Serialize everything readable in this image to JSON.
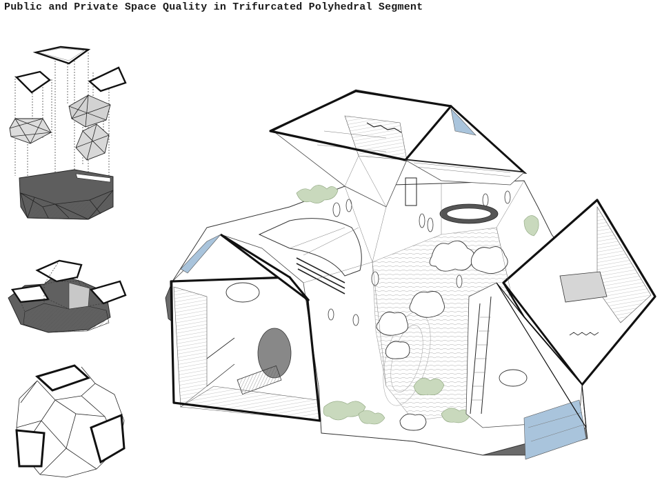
{
  "title": "Public and Private Space Quality in Trifurcated Polyhedral Segment",
  "colors": {
    "ink": "#1a1a1a",
    "dark_gray": "#5a5a5a",
    "mid_gray": "#a8a8a8",
    "light_gray": "#d6d6d6",
    "vegetation": "#c9d9bd",
    "water": "#a9c4dc",
    "background": "#ffffff"
  },
  "diagrams": [
    "exploded-axonometric",
    "assembled-axonometric",
    "outline-polyhedron",
    "main-section-axonometric"
  ]
}
